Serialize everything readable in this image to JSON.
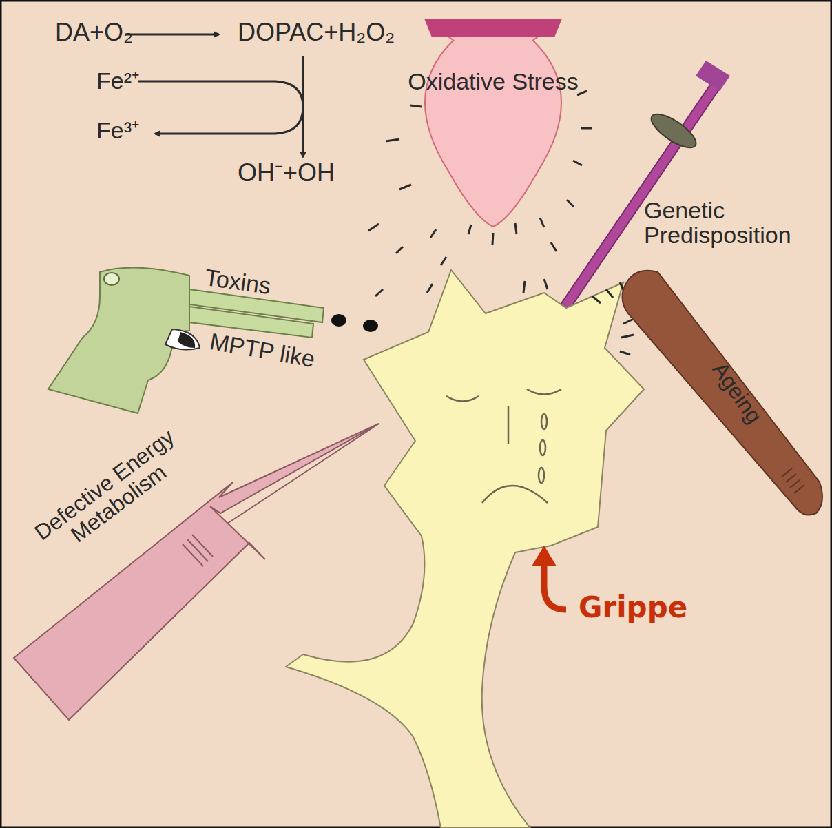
{
  "diagram": {
    "nodes": [
      {
        "text": [
          "Oxidative Stress"
        ]
      }
    ],
    "labels": [
      "DA+O₂",
      "DOPAC+H₂O₂",
      "Fe²⁺",
      "Fe³⁺",
      "OH⁻+OH",
      "Genetic Predisposition",
      "Toxins",
      "MPTP like",
      "Ageing",
      "Defective Energy Metabolism",
      "Grippe"
    ]
  }
}
